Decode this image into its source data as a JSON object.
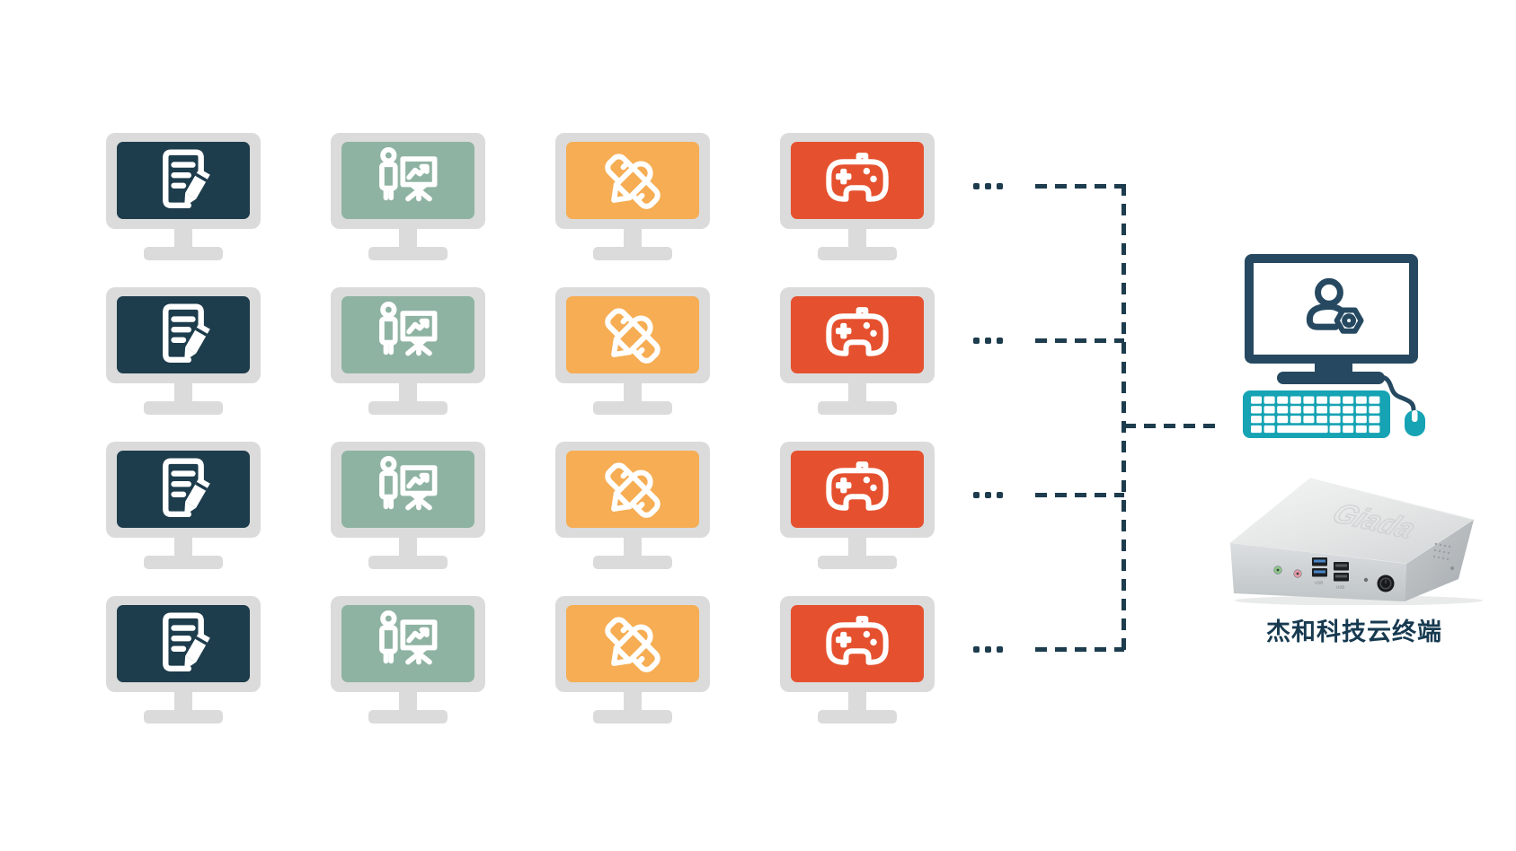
{
  "diagram": {
    "ellipsis": "...",
    "rows": 4,
    "columns": [
      {
        "id": "document",
        "icon": "document-edit-icon",
        "screen_color": "#1d3c4c"
      },
      {
        "id": "presentation",
        "icon": "presentation-chart-icon",
        "screen_color": "#8fb3a2"
      },
      {
        "id": "design",
        "icon": "ruler-pencil-icon",
        "screen_color": "#f6ad53"
      },
      {
        "id": "gaming",
        "icon": "gamepad-icon",
        "screen_color": "#e5512f"
      }
    ]
  },
  "terminal": {
    "monitor_icon": "user-settings-icon",
    "logo": "Giada",
    "usb_label": "USB",
    "label": "杰和科技云终端"
  },
  "colors": {
    "monitor_frame": "#dbdbdb",
    "navy": "#264961",
    "dash": "#1d3c4e",
    "teal": "#16a3b4",
    "label_text": "#173a50"
  }
}
